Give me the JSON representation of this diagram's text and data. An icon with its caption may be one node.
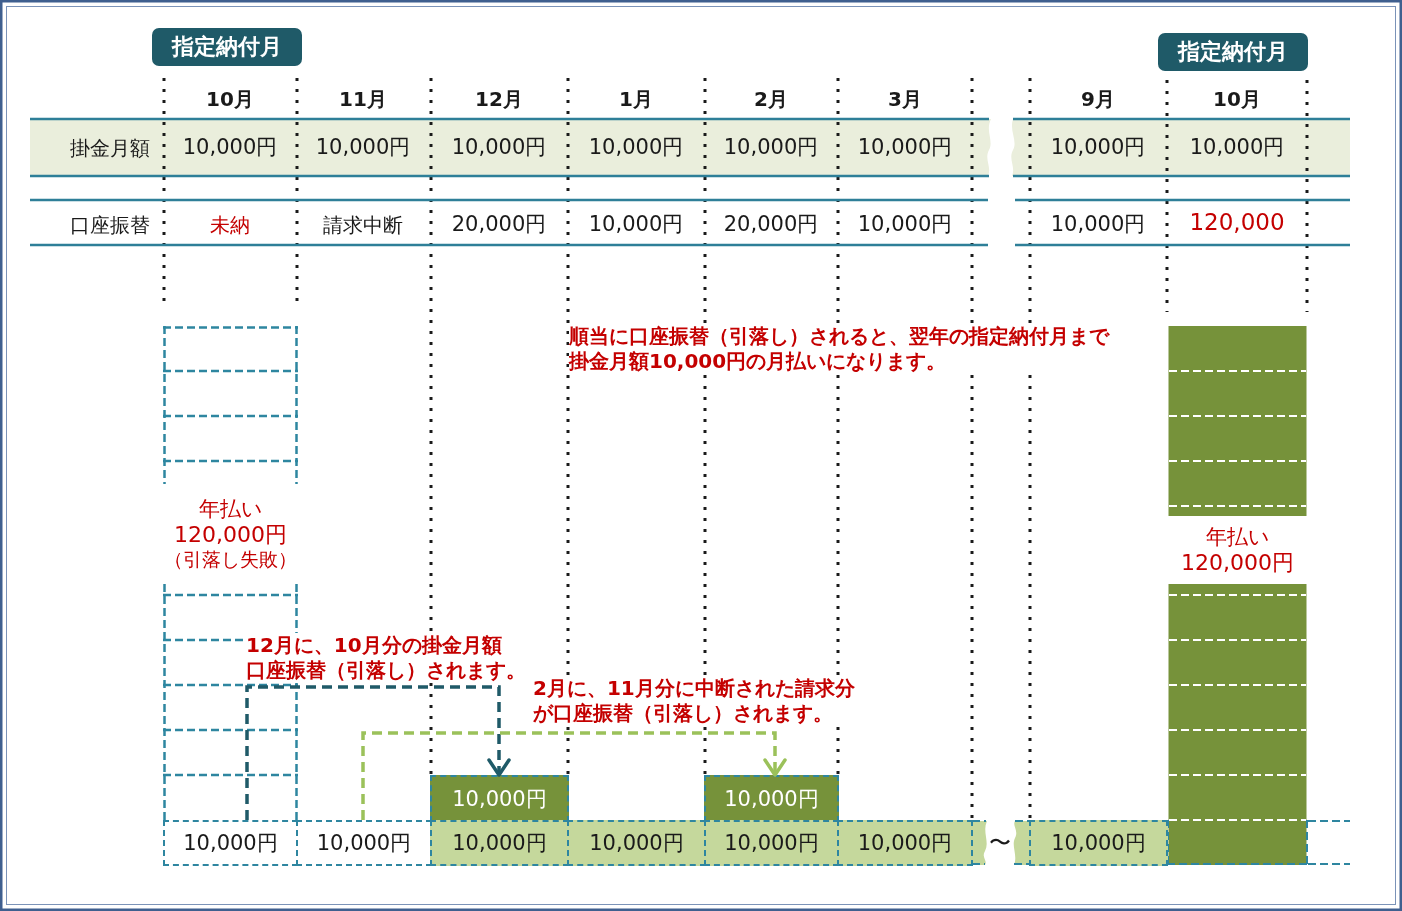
{
  "diagram": {
    "nodes": [
      {
        "text": [
          "指定納付月"
        ]
      },
      {
        "text": [
          "指定納付月"
        ]
      },
      {
        "text": [
          "年払い",
          "120,000円",
          "（引落し失敗）"
        ]
      },
      {
        "text": [
          "年払い",
          "120,000円"
        ]
      },
      {
        "text": [
          "10,000円"
        ]
      },
      {
        "text": [
          "10,000円"
        ]
      },
      {
        "text": [
          "10,000円"
        ]
      },
      {
        "text": [
          "10,000円"
        ]
      },
      {
        "text": [
          "10,000円"
        ]
      },
      {
        "text": [
          "10,000円"
        ]
      },
      {
        "text": [
          "10,000円"
        ]
      },
      {
        "text": [
          "10,000円"
        ]
      },
      {
        "text": [
          "10,000円"
        ]
      }
    ],
    "edges": [
      {
        "from": 6,
        "to": 4,
        "arrow": "to",
        "label": "12月に、10月分の掛金月額口座振替（引落し）されます。",
        "style": "dashed",
        "color": "#1f5a68"
      },
      {
        "from": 7,
        "to": 5,
        "arrow": "to",
        "label": "2月に、11月分に中断された請求分が口座振替（引落し）されます。",
        "style": "dashed",
        "color": "#9bc15a"
      }
    ],
    "labels": [
      "10月",
      "11月",
      "12月",
      "1月",
      "2月",
      "3月",
      "9月",
      "10月",
      "掛金月額",
      "10,000円",
      "10,000円",
      "10,000円",
      "10,000円",
      "10,000円",
      "10,000円",
      "10,000円",
      "10,000円",
      "口座振替",
      "未納",
      "請求中断",
      "20,000円",
      "10,000円",
      "20,000円",
      "10,000円",
      "10,000円",
      "120,000",
      "順当に口座振替（引落し）されると、翌年の指定納付月まで掛金月額10,000円の月払いになります。",
      "〜"
    ]
  }
}
